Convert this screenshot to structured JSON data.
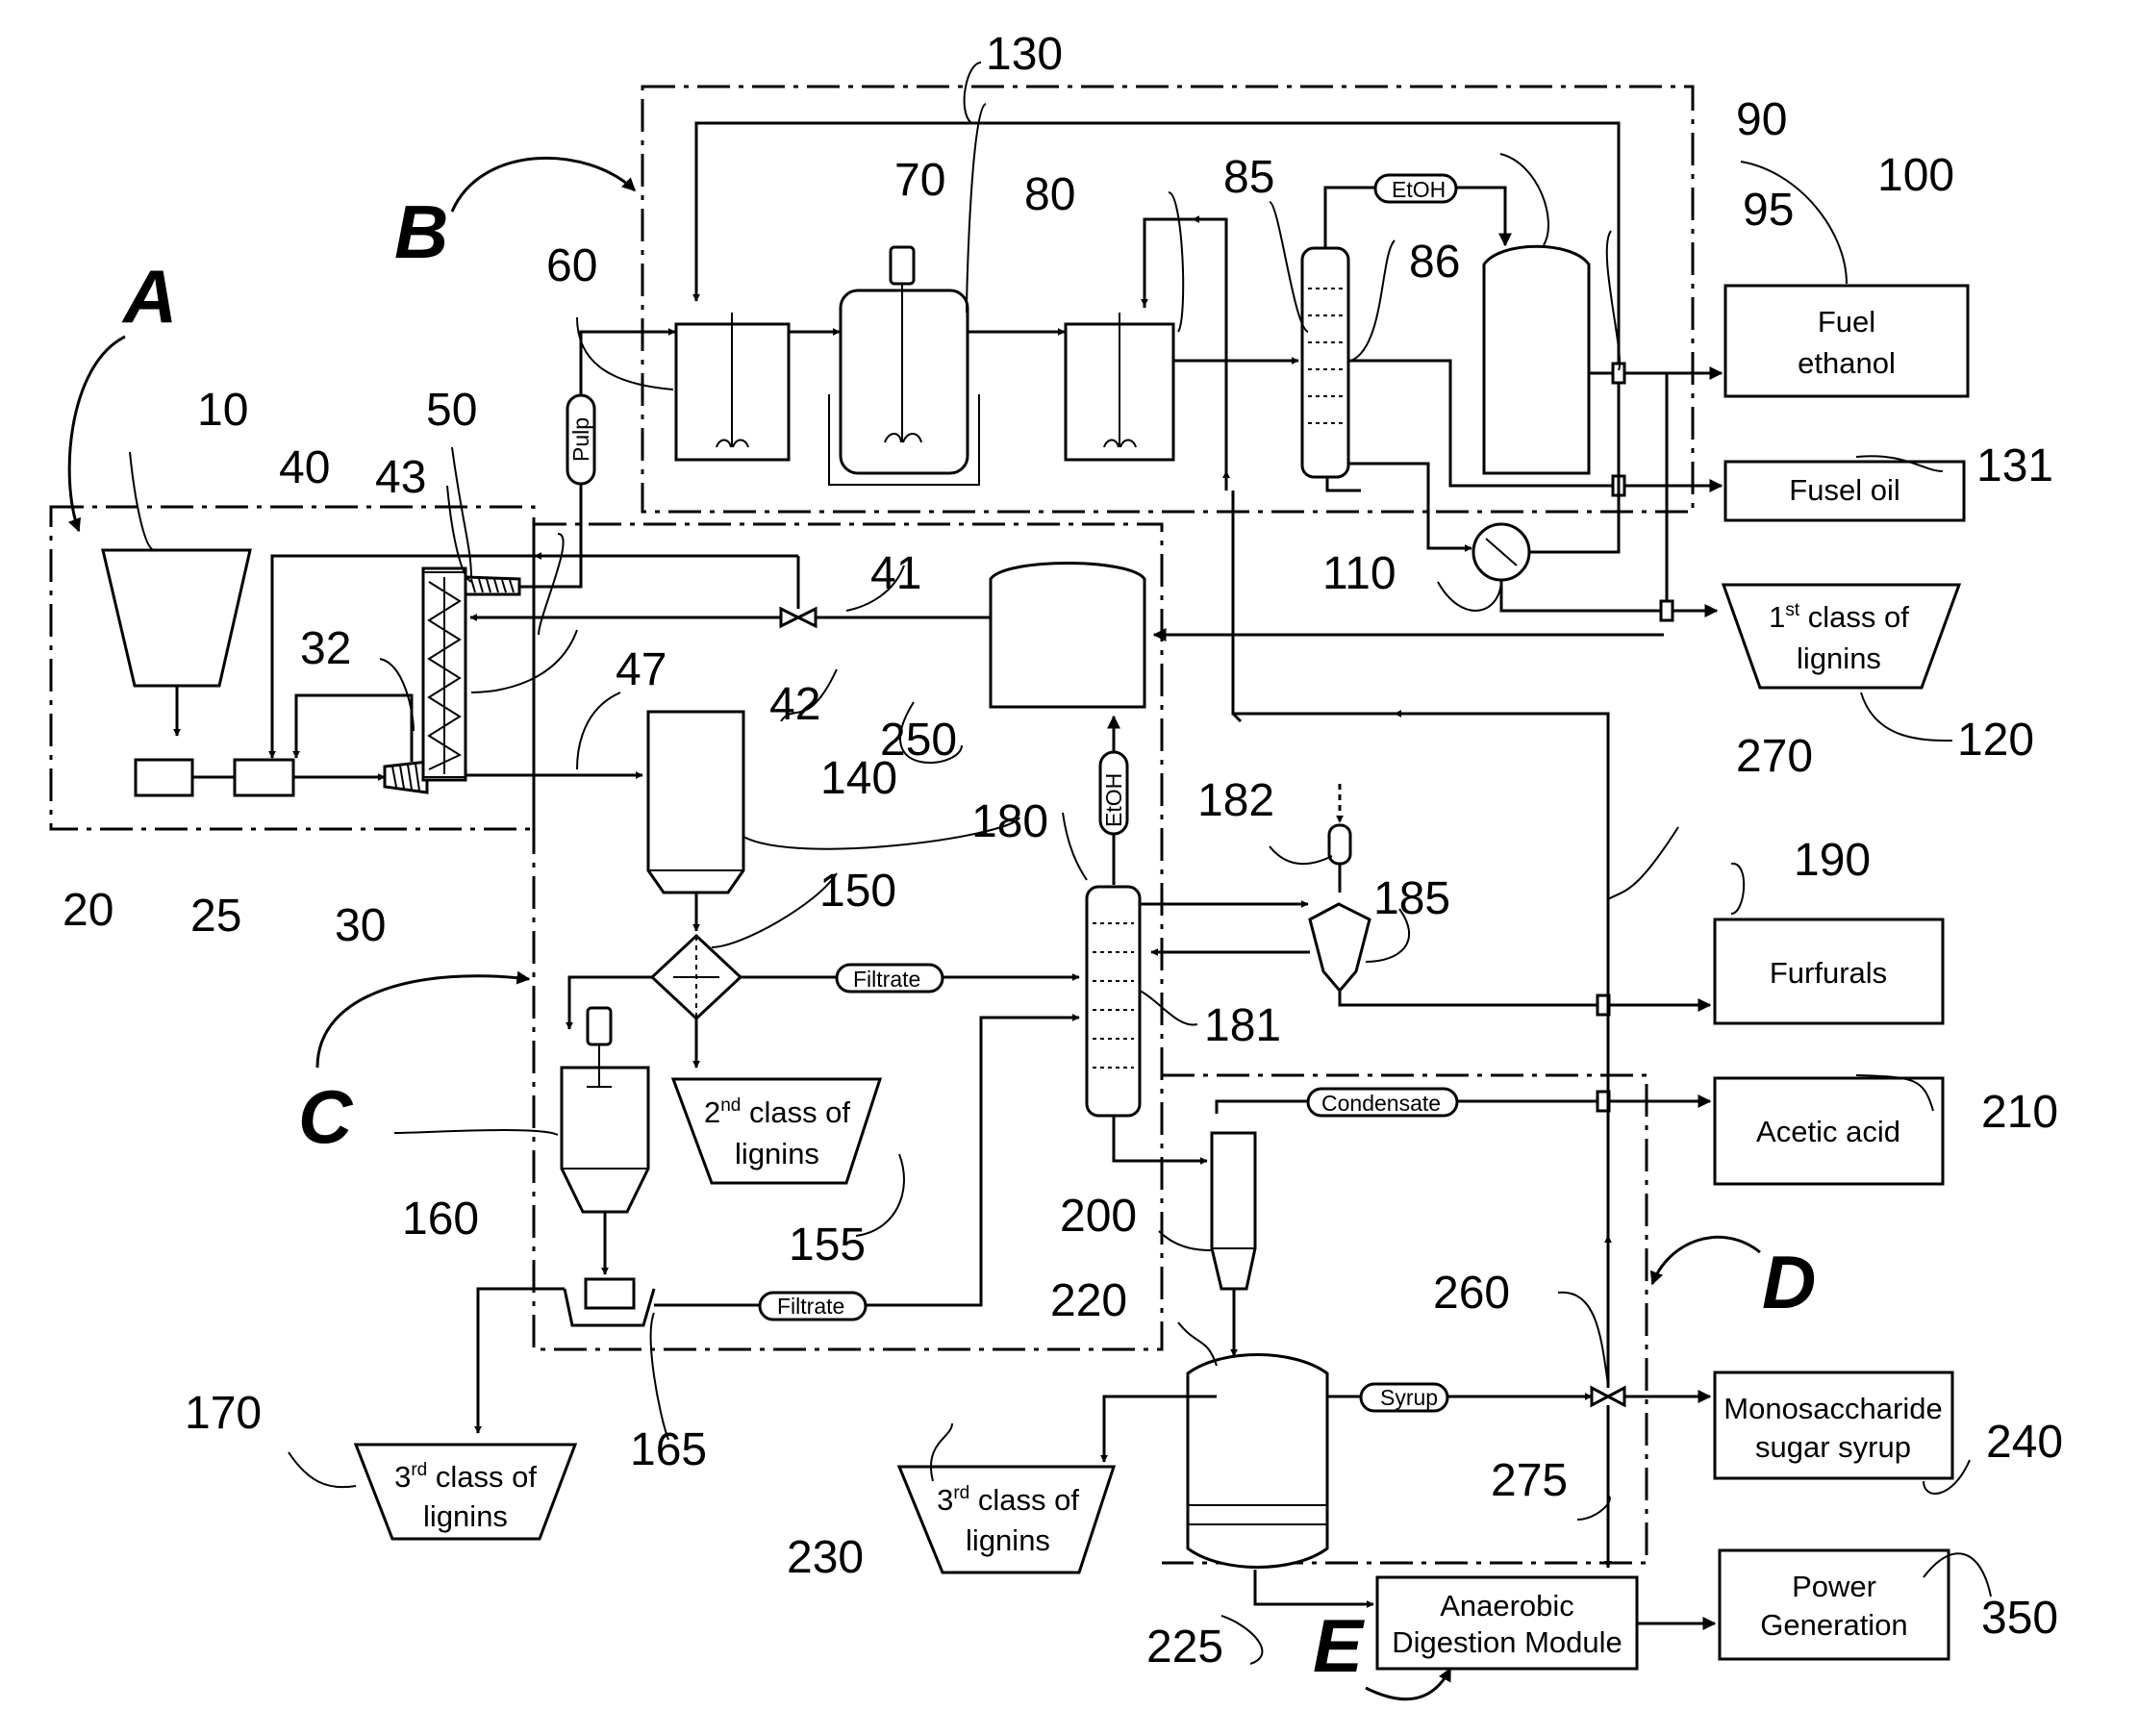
{
  "sections": {
    "a": "A",
    "b": "B",
    "c": "C",
    "d": "D",
    "e": "E"
  },
  "refs": {
    "r10": "10",
    "r20": "20",
    "r25": "25",
    "r30": "30",
    "r32": "32",
    "r40": "40",
    "r41": "41",
    "r42": "42",
    "r43": "43",
    "r47": "47",
    "r50": "50",
    "r60": "60",
    "r70": "70",
    "r80": "80",
    "r85": "85",
    "r86": "86",
    "r90": "90",
    "r95": "95",
    "r100": "100",
    "r110": "110",
    "r120": "120",
    "r130": "130",
    "r131": "131",
    "r140": "140",
    "r150": "150",
    "r155": "155",
    "r160": "160",
    "r165": "165",
    "r170": "170",
    "r180": "180",
    "r181": "181",
    "r182": "182",
    "r185": "185",
    "r190": "190",
    "r200": "200",
    "r210": "210",
    "r220": "220",
    "r225": "225",
    "r230": "230",
    "r240": "240",
    "r250": "250",
    "r260": "260",
    "r270": "270",
    "r275": "275",
    "r350": "350"
  },
  "products": {
    "fuel_ethanol": [
      "Fuel",
      "ethanol"
    ],
    "fusel_oil": "Fusel oil",
    "lignin_1": [
      "1",
      "st",
      " class of",
      "lignins"
    ],
    "furfurals": "Furfurals",
    "acetic_acid": "Acetic acid",
    "syrup": [
      "Monosaccharide",
      "sugar syrup"
    ],
    "power": [
      "Power",
      "Generation"
    ],
    "lignin_2": [
      "2",
      "nd",
      " class of",
      "lignins"
    ],
    "lignin_3a": [
      "3",
      "rd",
      " class of",
      "lignins"
    ],
    "lignin_3b": [
      "3",
      "rd",
      " class of",
      "lignins"
    ],
    "anaerobic": [
      "Anaerobic",
      "Digestion Module"
    ]
  },
  "stream_tags": {
    "pulp": "Pulp",
    "etoh_top": "EtOH",
    "etoh_mid": "EtOH",
    "filtrate_1": "Filtrate",
    "filtrate_2": "Filtrate",
    "condensate": "Condensate",
    "syrup": "Syrup"
  }
}
